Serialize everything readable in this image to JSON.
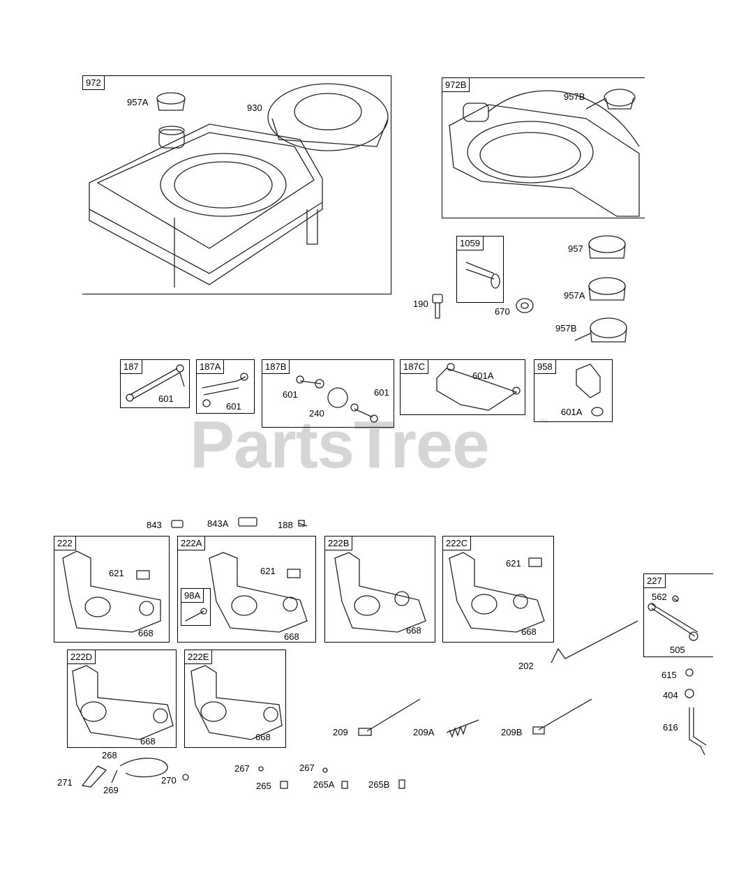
{
  "watermark": {
    "text": "PartsTree",
    "trademark": "™"
  },
  "groups": {
    "g972": "972",
    "g972B": "972B",
    "g1059": "1059",
    "g187": "187",
    "g187A": "187A",
    "g187B": "187B",
    "g187C": "187C",
    "g958": "958",
    "g222": "222",
    "g222A": "222A",
    "g98A": "98A",
    "g222B": "222B",
    "g222C": "222C",
    "g227": "227",
    "g222D": "222D",
    "g222E": "222E"
  },
  "callouts": {
    "c957A_top": "957A",
    "c930": "930",
    "c957B_top": "957B",
    "c957": "957",
    "c957A": "957A",
    "c957B": "957B",
    "c190": "190",
    "c670": "670",
    "c601_187": "601",
    "c601_187A": "601",
    "c601_187B_l": "601",
    "c601_187B_r": "601",
    "c240": "240",
    "c601A_187C": "601A",
    "c601A_958": "601A",
    "c843": "843",
    "c843A": "843A",
    "c188": "188",
    "c621_222": "621",
    "c668_222": "668",
    "c621_222A": "621",
    "c668_222A": "668",
    "c668_222B": "668",
    "c621_222C": "621",
    "c668_222C": "668",
    "c562": "562",
    "c505": "505",
    "c202": "202",
    "c615": "615",
    "c404": "404",
    "c616": "616",
    "c668_222D": "668",
    "c668_222E": "668",
    "c209": "209",
    "c209A": "209A",
    "c209B": "209B",
    "c268": "268",
    "c271": "271",
    "c269": "269",
    "c270": "270",
    "c267a": "267",
    "c267b": "267",
    "c265": "265",
    "c265A": "265A",
    "c265B": "265B"
  }
}
